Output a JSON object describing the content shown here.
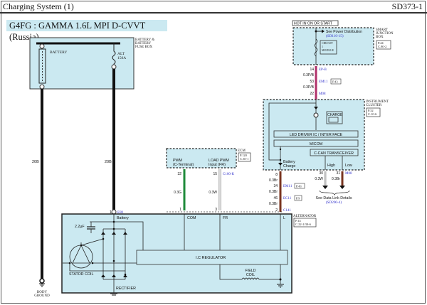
{
  "header": {
    "title": "Charging System (1)",
    "page_code": "SD373-1"
  },
  "model_banner": "G4FG : GAMMA 1.6L MPI D-CVVT (Russia)",
  "hot_label": "HOT IN ON OR START",
  "components": {
    "battery_box": {
      "name_lines": [
        "BATTERY &",
        "BATTERY",
        "FUSE BOX"
      ],
      "battery_label": "BATTERY",
      "fuse_label": "ALT",
      "fuse_rating": "150A"
    },
    "smart_junction_box": {
      "name_lines": [
        "SMART",
        "JUNCTION",
        "BOX"
      ],
      "ref_lines": [
        "P.44",
        "C.80-2"
      ],
      "see_text": "See Power Distribution",
      "see_ref": "(SD110-15)",
      "module_lines": [
        "CIRCUIT",
        "1",
        "MODULE"
      ]
    },
    "instrument_cluster": {
      "name_lines": [
        "INSTRUMENT",
        "CLUSTER"
      ],
      "ref_lines": [
        "P.32",
        "C.10-6"
      ],
      "charge_label": "CHARGE",
      "led_driver": "LED DRIVER IC / INTER FACE",
      "micom": "MICOM",
      "ccan": "C-CAN TRANSCEIVER",
      "battery_charge_lines": [
        "Battery",
        "Charge"
      ],
      "high": "High",
      "low": "Low"
    },
    "ecm": {
      "name": "ECM",
      "ref_lines": [
        "P.120",
        "C.30-1"
      ],
      "pwm_lines": [
        "PWM",
        "(C-Terminal)"
      ],
      "load_pwm_lines": [
        "LOAD PWM",
        "Input (FR)"
      ]
    },
    "alternator": {
      "name": "ALTERNATOR",
      "ref_lines": [
        "P.14",
        "C.22-1/30-6"
      ],
      "terminal_battery": "Battery",
      "terminal_com": "COM",
      "terminal_fr": "FR",
      "terminal_l": "L",
      "capacitor": "2.2µF",
      "stator": "STATOR COIL",
      "rectifier": "RECTIFIER",
      "regulator": "I.C REGULATOR",
      "field_coil_lines": [
        "FIELD",
        "COIL"
      ]
    },
    "body_ground_lines": [
      "BODY",
      "GROUND"
    ]
  },
  "wires": {
    "battery_ground": {
      "gauge": "20B"
    },
    "battery_alt": {
      "gauge": "20B",
      "pin": "1",
      "connector": "E81"
    },
    "sjb_to_cluster": [
      {
        "pin": "14",
        "connector": "EP-B"
      },
      {
        "gauge": "0.3P/B"
      },
      {
        "pin": "53",
        "connector": "EM11",
        "ref": "P.43"
      },
      {
        "gauge": "0.3P/B"
      },
      {
        "pin": "22",
        "connector": "M08"
      }
    ],
    "ecm_com": {
      "pin_top": "32",
      "gauge": "0.3G",
      "pin_bottom": "1"
    },
    "ecm_fr": {
      "pin_top": "15",
      "connector": "C100-K",
      "gauge": "0.3W",
      "pin_bottom": "3"
    },
    "cluster_to_alt": [
      {
        "pin": "8"
      },
      {
        "gauge": "0.3Br"
      },
      {
        "pin": "34",
        "connector": "EM11",
        "ref": "P.43"
      },
      {
        "gauge": "0.3Br"
      },
      {
        "pin": "46",
        "connector": "EC11",
        "ref": "P.9"
      },
      {
        "gauge": "0.3Br"
      },
      {
        "pin": "2",
        "connector": "C141"
      }
    ],
    "can_high": {
      "pin": "30",
      "gauge": "0.3W"
    },
    "can_low": {
      "pin": "31",
      "gauge": "0.3Br",
      "connector": "M08"
    },
    "data_link": {
      "text": "See Data Link Details",
      "ref": "(SD200-4)"
    }
  },
  "colors": {
    "box_fill": "#cbe9f1",
    "wire_black": "#111111",
    "wire_pink": "#b0306a",
    "wire_green": "#1e8a3a",
    "wire_brown": "#7a3520",
    "connector_blue": "#3333cc"
  }
}
